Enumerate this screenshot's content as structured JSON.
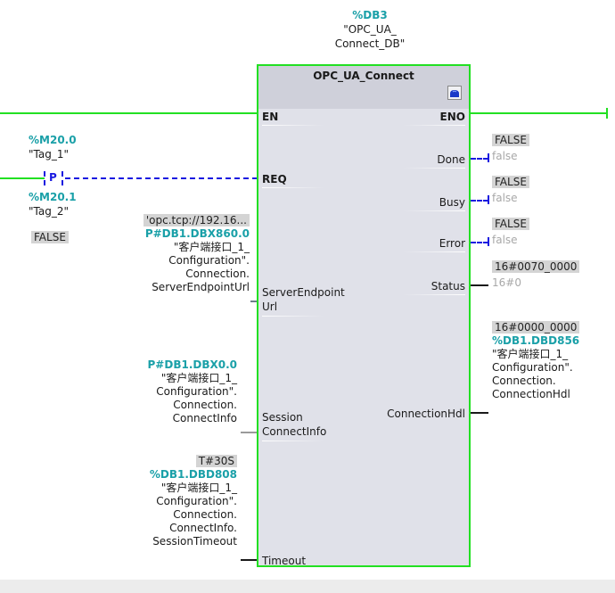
{
  "instance_db": {
    "address": "%DB3",
    "name_line1": "\"OPC_UA_",
    "name_line2": "Connect_DB\""
  },
  "block": {
    "title": "OPC_UA_Connect",
    "icon": "connection-status-icon",
    "inputs": {
      "en": "EN",
      "req": "REQ",
      "server_endpoint_url_1": "ServerEndpoint",
      "server_endpoint_url_2": "Url",
      "session_connect_info_1": "Session",
      "session_connect_info_2": "ConnectInfo",
      "timeout": "Timeout"
    },
    "outputs": {
      "eno": "ENO",
      "done": "Done",
      "busy": "Busy",
      "error": "Error",
      "status": "Status",
      "connection_hdl": "ConnectionHdl"
    }
  },
  "req_contact": {
    "address": "%M20.0",
    "tag": "\"Tag_1\"",
    "type_label": "P",
    "edge_address": "%M20.1",
    "edge_tag": "\"Tag_2\"",
    "edge_value": "FALSE"
  },
  "server_endpoint_param": {
    "value": "'opc.tcp://192.16...",
    "address": "P#DB1.DBX860.0",
    "lines": [
      "\"客户端接口_1_",
      "Configuration\".",
      "Connection.",
      "ServerEndpointUrl"
    ]
  },
  "session_connect_param": {
    "address": "P#DB1.DBX0.0",
    "lines": [
      "\"客户端接口_1_",
      "Configuration\".",
      "Connection.",
      "ConnectInfo"
    ]
  },
  "timeout_param": {
    "value": "T#30S",
    "address": "%DB1.DBD808",
    "lines": [
      "\"客户端接口_1_",
      "Configuration\".",
      "Connection.",
      "ConnectInfo.",
      "SessionTimeout"
    ]
  },
  "done_out": {
    "monitor": "FALSE",
    "value": "false"
  },
  "busy_out": {
    "monitor": "FALSE",
    "value": "false"
  },
  "error_out": {
    "monitor": "FALSE",
    "value": "false"
  },
  "status_out": {
    "monitor": "16#0070_0000",
    "value": "16#0"
  },
  "connection_hdl_out": {
    "monitor": "16#0000_0000",
    "address": "%DB1.DBD856",
    "lines": [
      "\"客户端接口_1_",
      "Configuration\".",
      "Connection.",
      "ConnectionHdl"
    ]
  },
  "colors": {
    "power_flow": "#22e022",
    "signal_dashed": "#1818e0",
    "address_teal": "#1aa0a8",
    "block_bg": "#e0e1e9"
  }
}
